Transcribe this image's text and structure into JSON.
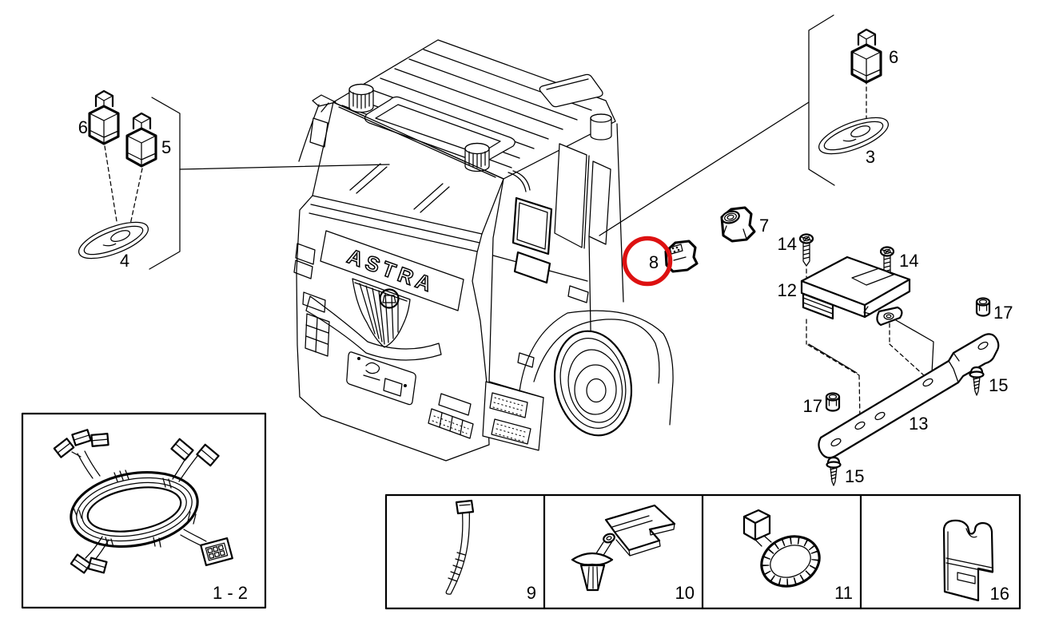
{
  "colors": {
    "line": "#000000",
    "highlight": "#dd1111",
    "background": "#ffffff"
  },
  "truck": {
    "brand": "ASTRA"
  },
  "callouts": {
    "left_connector_top": "6",
    "left_connector_bottom": "5",
    "left_grommet": "4",
    "right_connector": "6",
    "right_grommet": "3",
    "sensor_upper": "7",
    "sensor_highlighted": "8",
    "ecu": "12",
    "ecu_screw_left": "14",
    "ecu_screw_right": "14",
    "nut_upper": "17",
    "nut_lower": "17",
    "bracket": "13",
    "bracket_screw_right": "15",
    "bracket_screw_bottom": "15",
    "cable_tie": "9",
    "clip_fastener": "10",
    "clamp": "11",
    "spring_clip": "16",
    "harness": "1 - 2"
  }
}
